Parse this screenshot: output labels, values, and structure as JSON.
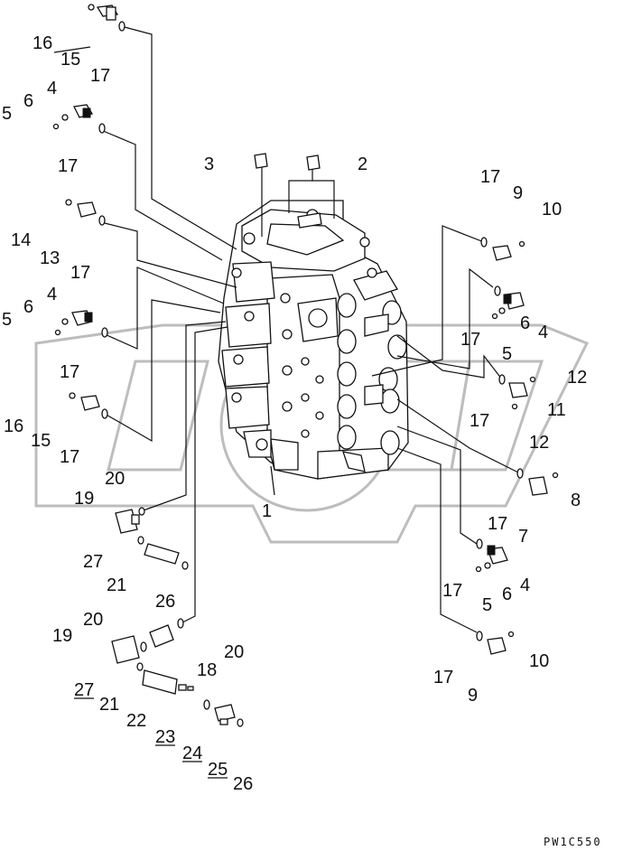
{
  "diagram": {
    "drawing_code": "PW1C550",
    "labels": [
      {
        "id": "l16a",
        "text": "16"
      },
      {
        "id": "l15a",
        "text": "15"
      },
      {
        "id": "l17a",
        "text": "17"
      },
      {
        "id": "l4a",
        "text": "4"
      },
      {
        "id": "l6a",
        "text": "6"
      },
      {
        "id": "l5a",
        "text": "5"
      },
      {
        "id": "l17b",
        "text": "17"
      },
      {
        "id": "l3",
        "text": "3"
      },
      {
        "id": "l2",
        "text": "2"
      },
      {
        "id": "l14",
        "text": "14"
      },
      {
        "id": "l13",
        "text": "13"
      },
      {
        "id": "l17c",
        "text": "17"
      },
      {
        "id": "l4b",
        "text": "4"
      },
      {
        "id": "l6b",
        "text": "6"
      },
      {
        "id": "l5b",
        "text": "5"
      },
      {
        "id": "l17d",
        "text": "17"
      },
      {
        "id": "l16b",
        "text": "16"
      },
      {
        "id": "l15b",
        "text": "15"
      },
      {
        "id": "l17e",
        "text": "17"
      },
      {
        "id": "l20a",
        "text": "20"
      },
      {
        "id": "l19a",
        "text": "19"
      },
      {
        "id": "l1",
        "text": "1"
      },
      {
        "id": "l27a",
        "text": "27"
      },
      {
        "id": "l21a",
        "text": "21"
      },
      {
        "id": "l26a",
        "text": "26"
      },
      {
        "id": "l20b",
        "text": "20"
      },
      {
        "id": "l19b",
        "text": "19"
      },
      {
        "id": "l20c",
        "text": "20"
      },
      {
        "id": "l18",
        "text": "18"
      },
      {
        "id": "l27b",
        "text": "27"
      },
      {
        "id": "l21b",
        "text": "21"
      },
      {
        "id": "l22",
        "text": "22"
      },
      {
        "id": "l23",
        "text": "23"
      },
      {
        "id": "l24",
        "text": "24"
      },
      {
        "id": "l25",
        "text": "25"
      },
      {
        "id": "l26b",
        "text": "26"
      },
      {
        "id": "l17f",
        "text": "17"
      },
      {
        "id": "l9a",
        "text": "9"
      },
      {
        "id": "l10a",
        "text": "10"
      },
      {
        "id": "l17g",
        "text": "17"
      },
      {
        "id": "l6c",
        "text": "6"
      },
      {
        "id": "l4c",
        "text": "4"
      },
      {
        "id": "l5c",
        "text": "5"
      },
      {
        "id": "l12a",
        "text": "12"
      },
      {
        "id": "l11",
        "text": "11"
      },
      {
        "id": "l17h",
        "text": "17"
      },
      {
        "id": "l12b",
        "text": "12"
      },
      {
        "id": "l8",
        "text": "8"
      },
      {
        "id": "l17i",
        "text": "17"
      },
      {
        "id": "l7",
        "text": "7"
      },
      {
        "id": "l4d",
        "text": "4"
      },
      {
        "id": "l17j",
        "text": "17"
      },
      {
        "id": "l6d",
        "text": "6"
      },
      {
        "id": "l5d",
        "text": "5"
      },
      {
        "id": "l10b",
        "text": "10"
      },
      {
        "id": "l17k",
        "text": "17"
      },
      {
        "id": "l9b",
        "text": "9"
      }
    ]
  }
}
